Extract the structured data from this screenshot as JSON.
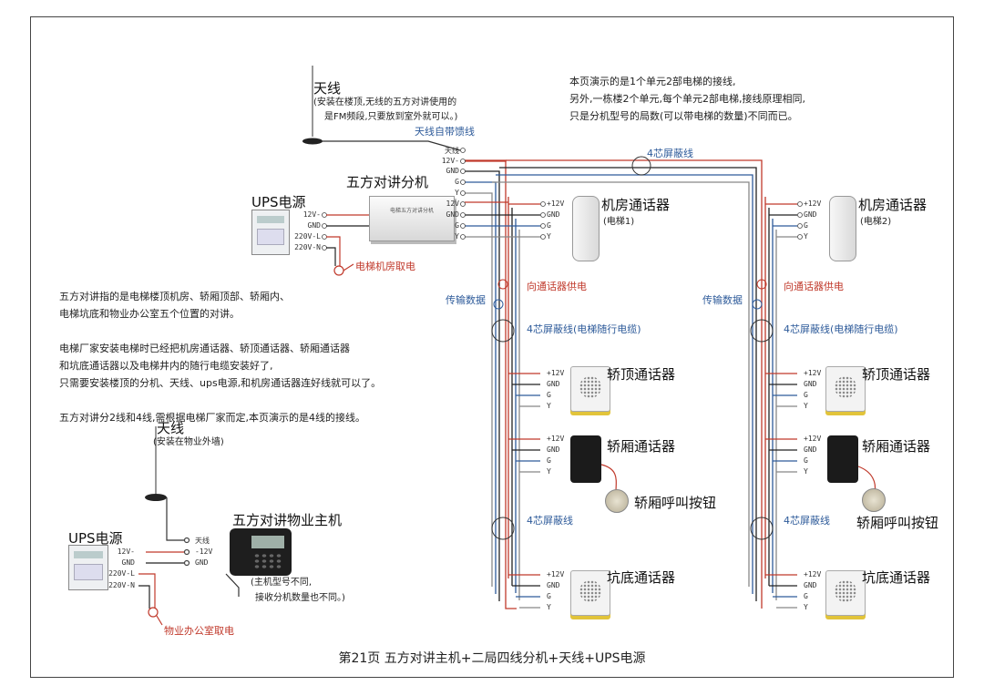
{
  "notes": {
    "top_right": [
      "本页演示的是1个单元2部电梯的接线,",
      "另外,一栋楼2个单元,每个单元2部电梯,接线原理相同,",
      "只是分机型号的局数(可以带电梯的数量)不同而已。"
    ],
    "left": [
      "五方对讲指的是电梯楼顶机房、轿厢顶部、轿厢内、",
      "电梯坑底和物业办公室五个位置的对讲。",
      "",
      "电梯厂家安装电梯时已经把机房通话器、轿顶通话器、轿厢通话器",
      "和坑底通话器以及电梯井内的随行电缆安装好了,",
      "只需要安装楼顶的分机、天线、ups电源,和机房通话器连好线就可以了。",
      "",
      "五方对讲分2线和4线,需根据电梯厂家而定,本页演示的是4线的接线。"
    ]
  },
  "top_antenna": {
    "title": "天线",
    "desc1": "(安装在楼顶,无线的五方对讲使用的",
    "desc2": "是FM频段,只要放到室外就可以。)",
    "feeder": "天线自带馈线"
  },
  "splitter": {
    "title": "五方对讲分机",
    "box_label": "电梯五方对讲分机",
    "terms_top": [
      "天线",
      "12V-",
      "GND",
      "G",
      "Y"
    ],
    "terms_bottom": [
      "12V",
      "GND",
      "G",
      "Y"
    ]
  },
  "ups_top": {
    "title": "UPS电源",
    "terms": [
      "12V-",
      "GND",
      "220V-L",
      "220V-N"
    ],
    "power_note": "电梯机房取电"
  },
  "cable_labels": {
    "four_core": "4芯屏蔽线",
    "four_core_alt": "4芯屏蔽线",
    "trailing": "4芯屏蔽线(电梯随行电缆)",
    "data": "传输数据",
    "power": "向通话器供电"
  },
  "device_terms": [
    "+12V",
    "GND",
    "G",
    "Y"
  ],
  "left_column": {
    "machine_room": "机房通话器",
    "machine_room_sub": "(电梯1)",
    "car_top": "轿顶通话器",
    "car": "轿厢通话器",
    "button": "轿厢呼叫按钮",
    "pit": "坑底通话器"
  },
  "right_column": {
    "machine_room": "机房通话器",
    "machine_room_sub": "(电梯2)",
    "car_top": "轿顶通话器",
    "car": "轿厢通话器",
    "button": "轿厢呼叫按钮",
    "pit": "坑底通话器"
  },
  "bottom_antenna": {
    "title": "天线",
    "desc": "(安装在物业外墙)"
  },
  "host": {
    "title": "五方对讲物业主机",
    "terms": [
      "天线",
      "-12V",
      "GND"
    ],
    "desc1": "(主机型号不同,",
    "desc2": "接收分机数量也不同。)"
  },
  "ups_bottom": {
    "title": "UPS电源",
    "terms": [
      "12V-",
      "GND",
      "220V-L",
      "220V-N"
    ],
    "power_note": "物业办公室取电"
  },
  "footer": "第21页  五方对讲主机+二局四线分机+天线+UPS电源",
  "colors": {
    "red": "#c0392b",
    "blue": "#2e5b9a",
    "black": "#222222",
    "grey": "#888888"
  }
}
